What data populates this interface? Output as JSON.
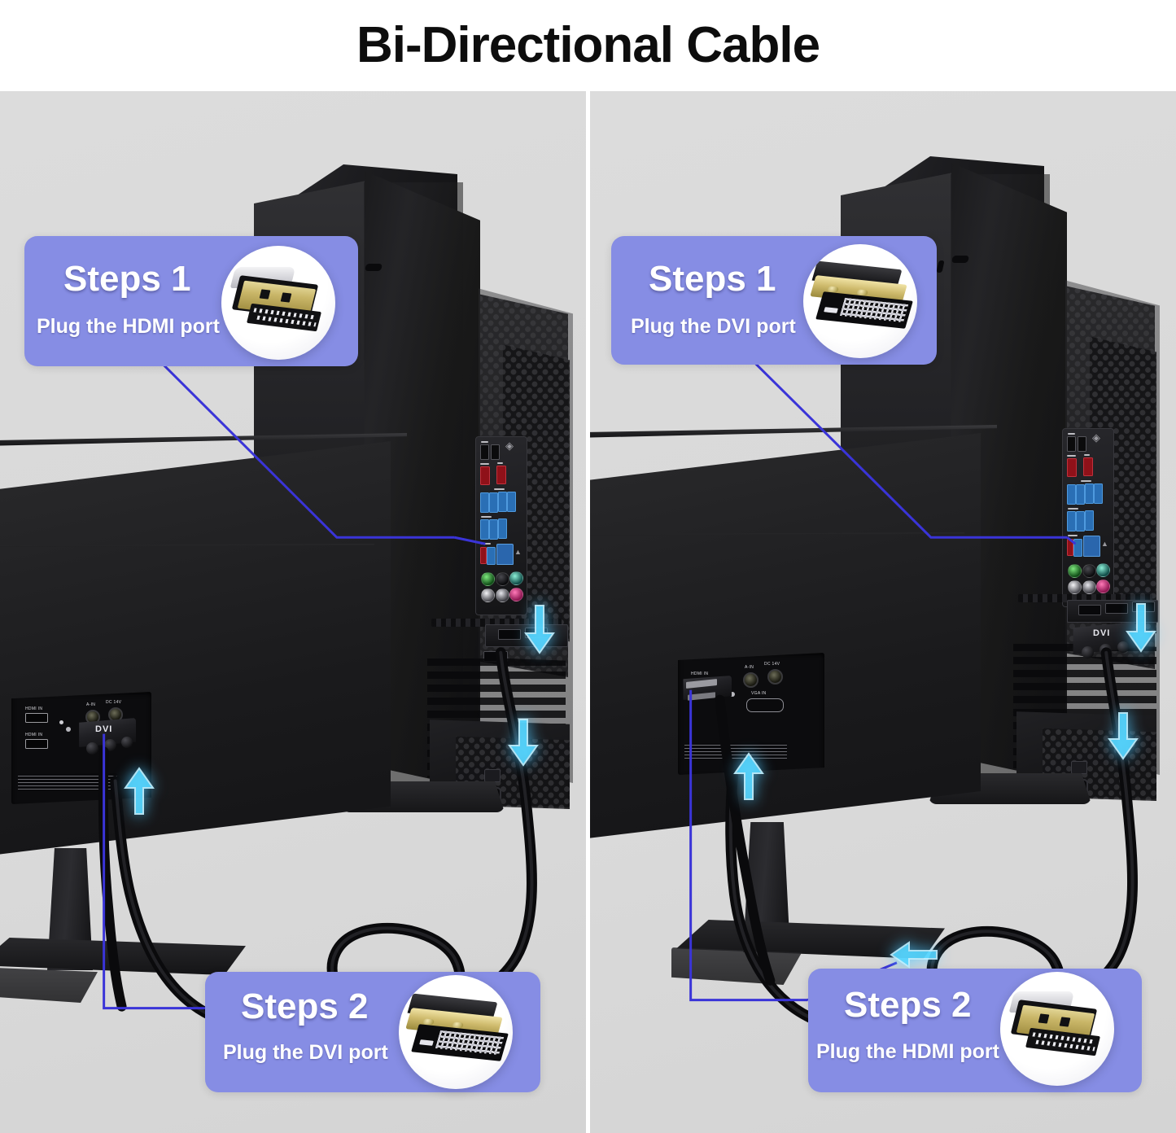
{
  "title": "Bi-Directional Cable",
  "panels": [
    {
      "id": "left",
      "name": "hdmi-to-dvi-direction",
      "steps": [
        {
          "step_label": "Steps 1",
          "description": "Plug the HDMI port",
          "connector": "hdmi-connector",
          "target": "pc-graphics-card"
        },
        {
          "step_label": "Steps 2",
          "description": "Plug the DVI port",
          "connector": "dvi-connector",
          "target": "monitor-dvi-port"
        }
      ],
      "devices": {
        "tower_label": "pc-tower",
        "monitor_label": "monitor",
        "connector_badge": "DVI"
      },
      "monitor_ports": [
        "HDMI IN",
        "HDMI IN",
        "A-IN",
        "DC 14V"
      ]
    },
    {
      "id": "right",
      "name": "dvi-to-hdmi-direction",
      "steps": [
        {
          "step_label": "Steps 1",
          "description": "Plug the DVI port",
          "connector": "dvi-connector",
          "target": "pc-graphics-card"
        },
        {
          "step_label": "Steps 2",
          "description": "Plug the HDMI port",
          "connector": "hdmi-connector",
          "target": "monitor-hdmi-port"
        }
      ],
      "devices": {
        "tower_label": "pc-tower",
        "monitor_label": "monitor",
        "connector_badge": "DVI"
      },
      "monitor_ports": [
        "HDMI IN",
        "A-IN",
        "DC 14V",
        "VGA IN"
      ]
    }
  ],
  "colors": {
    "callout_purple": "#868DE4",
    "leader_line_blue": "#3A34D8",
    "glow_arrow_cyan": "#4FD3FF",
    "background_gray": "#D9D9D9",
    "title_black": "#0D0D0D",
    "text_white": "#FFFFFF"
  }
}
